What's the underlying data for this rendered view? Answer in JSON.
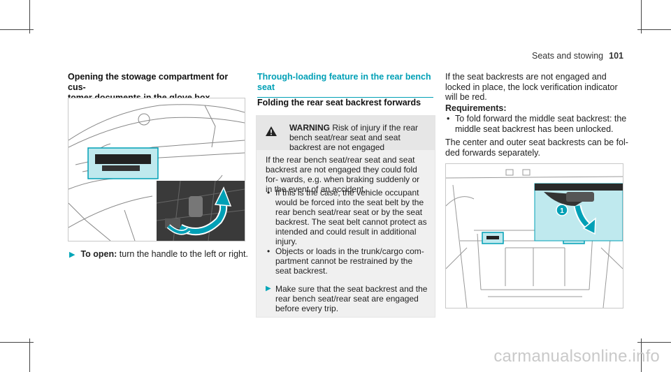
{
  "header": {
    "section": "Seats and stowing",
    "page_number": "101"
  },
  "column1": {
    "title": "Opening the stowage compartment for cus-\ntomer documents in the glove box",
    "step_label": "To open:",
    "step_text": " turn the handle to the left or right."
  },
  "column2": {
    "title": "Through-loading feature in the rear bench\nseat",
    "subtitle": "Folding the rear seat backrest forwards",
    "warning": {
      "label": "WARNING",
      "text": " Risk of injury if the rear bench seat/rear seat and seat backrest are not engaged"
    },
    "intro": "If the rear bench seat/rear seat and seat backrest are not engaged they could fold for- wards, e.g. when braking suddenly or in the event of an accident.",
    "bullets": [
      "If this is the case, the vehicle occupant would be forced into the seat belt by the rear bench seat/rear seat or by the seat backrest. The seat belt cannot protect as intended and could result in additional injury.",
      "Objects or loads in the trunk/cargo com- partment cannot be restrained by the seat backrest."
    ],
    "action": "Make sure that the seat backrest and the rear bench seat/rear seat are engaged before every trip."
  },
  "column3": {
    "intro": "If the seat backrests are not engaged and locked in place, the lock verification indicator will be red.",
    "requirements_label": "Requirements:",
    "requirement": "To fold forward the middle seat backrest: the middle seat backrest has been unlocked.",
    "note": "The center and outer seat backrests can be fol- ded forwards separately.",
    "callout_number": "1"
  },
  "watermark": "carmanualsonline.info",
  "colors": {
    "accent": "#00a0b6",
    "highlight": "#bfe9ee"
  }
}
